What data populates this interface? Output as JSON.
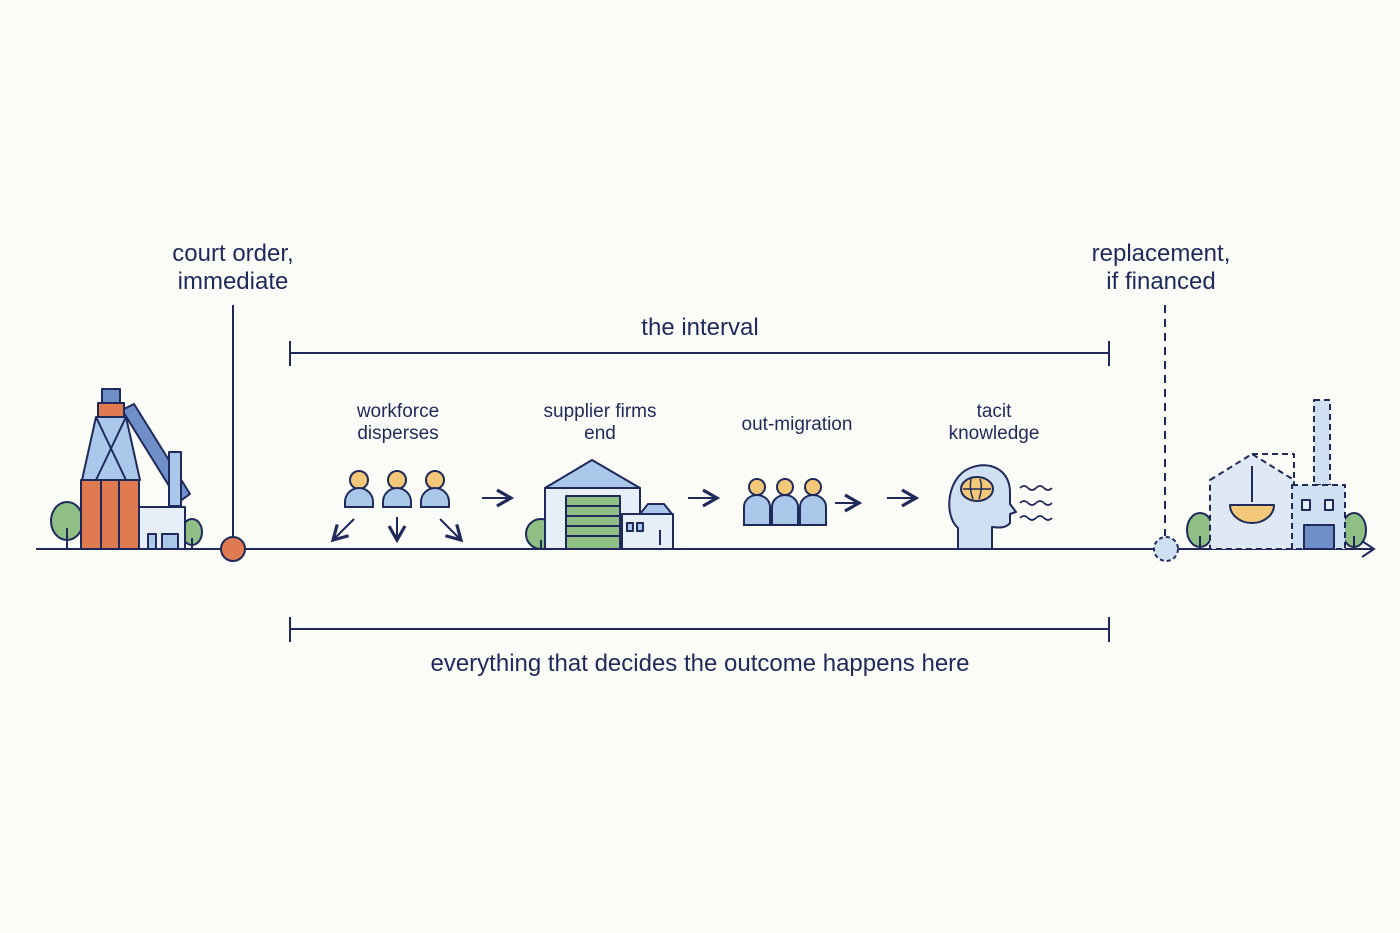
{
  "colors": {
    "ink": "#1f2a5a",
    "accent_orange": "#e07a50",
    "accent_blue": "#a9c8ea",
    "gold": "#f3c979",
    "green": "#7fb27a",
    "background": "#fbfbf7"
  },
  "markers": {
    "start": {
      "line1": "court order,",
      "line2": "immediate"
    },
    "end": {
      "line1": "replacement,",
      "line2": "if financed"
    }
  },
  "interval": {
    "title": "the interval",
    "caption": "everything that decides the outcome happens here"
  },
  "stages": [
    {
      "line1": "workforce",
      "line2": "disperses",
      "icon": "people-dispersing-icon"
    },
    {
      "line1": "supplier firms",
      "line2": "end",
      "icon": "closed-warehouse-icon"
    },
    {
      "line1": "out-migration",
      "line2": "",
      "icon": "people-group-icon"
    },
    {
      "line1": "tacit",
      "line2": "knowledge",
      "icon": "head-brain-icon"
    }
  ],
  "icons": {
    "start": "steel-plant-icon",
    "end": "replacement-plant-icon"
  }
}
